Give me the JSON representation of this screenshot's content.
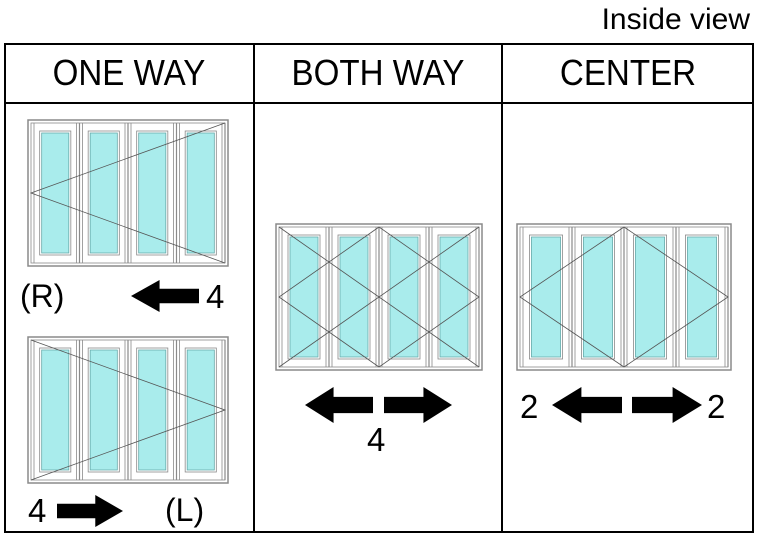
{
  "caption": "Inside view",
  "columns": [
    {
      "id": "one_way",
      "title": "ONE WAY"
    },
    {
      "id": "both_way",
      "title": "BOTH WAY"
    },
    {
      "id": "center",
      "title": "CENTER"
    }
  ],
  "one_way": {
    "right": {
      "hand": "(R)",
      "arrow": "left",
      "count": "4"
    },
    "left": {
      "hand": "(L)",
      "arrow": "right",
      "count": "4"
    }
  },
  "both_way": {
    "arrows": [
      "left",
      "right"
    ],
    "count": "4"
  },
  "center": {
    "arrows": [
      "left",
      "right"
    ],
    "left_count": "2",
    "right_count": "2"
  },
  "colors": {
    "glass": "#a9ecec",
    "frame": "#8a8a8a",
    "line": "#000000",
    "background": "#ffffff"
  },
  "icons": [
    "arrow-left-icon",
    "arrow-right-icon"
  ]
}
